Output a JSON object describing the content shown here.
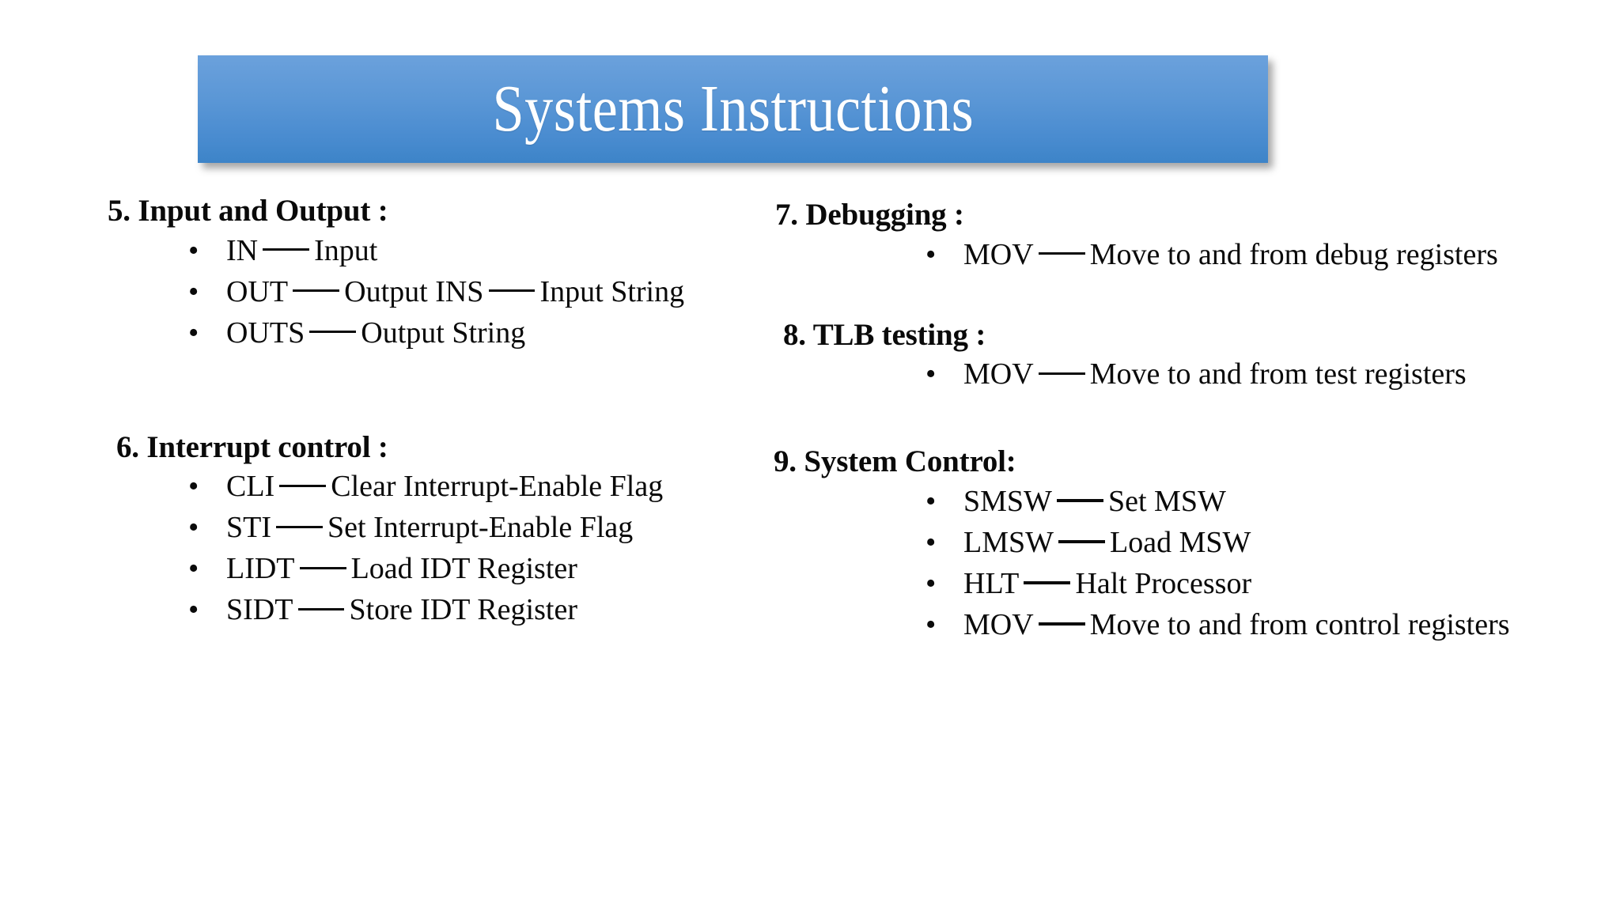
{
  "slide": {
    "title": "Systems Instructions",
    "banner_gradient_top": "#6ba1dc",
    "banner_gradient_bottom": "#3d84c8",
    "background_color": "#ffffff",
    "text_color": "#0a0a0a",
    "bullet_glyph": "•"
  },
  "columns": {
    "left": [
      {
        "heading": "5. Input and Output :",
        "items": [
          {
            "mnemonic": "IN",
            "description": "Input"
          },
          {
            "mnemonic": "OUT",
            "description": "Output INS —— Input String"
          },
          {
            "mnemonic": "OUTS",
            "description": "Output String"
          }
        ]
      },
      {
        "heading": "6. Interrupt control :",
        "items": [
          {
            "mnemonic": "CLI",
            "description": "Clear Interrupt-Enable Flag"
          },
          {
            "mnemonic": "STI",
            "description": "Set Interrupt-Enable Flag"
          },
          {
            "mnemonic": "LIDT",
            "description": "Load IDT Register"
          },
          {
            "mnemonic": "SIDT",
            "description": "Store IDT Register"
          }
        ]
      }
    ],
    "right": [
      {
        "heading": "7. Debugging :",
        "items": [
          {
            "mnemonic": "MOV",
            "description": "Move to and from debug registers"
          }
        ]
      },
      {
        "heading": "8. TLB testing :",
        "items": [
          {
            "mnemonic": "MOV",
            "description": "Move to and from test registers"
          }
        ]
      },
      {
        "heading": "9. System Control:",
        "items": [
          {
            "mnemonic": "SMSW",
            "description": "Set MSW"
          },
          {
            "mnemonic": "LMSW",
            "description": "Load MSW"
          },
          {
            "mnemonic": "HLT",
            "description": "Halt Processor"
          },
          {
            "mnemonic": "MOV",
            "description": "Move to and from control registers"
          }
        ]
      }
    ]
  }
}
